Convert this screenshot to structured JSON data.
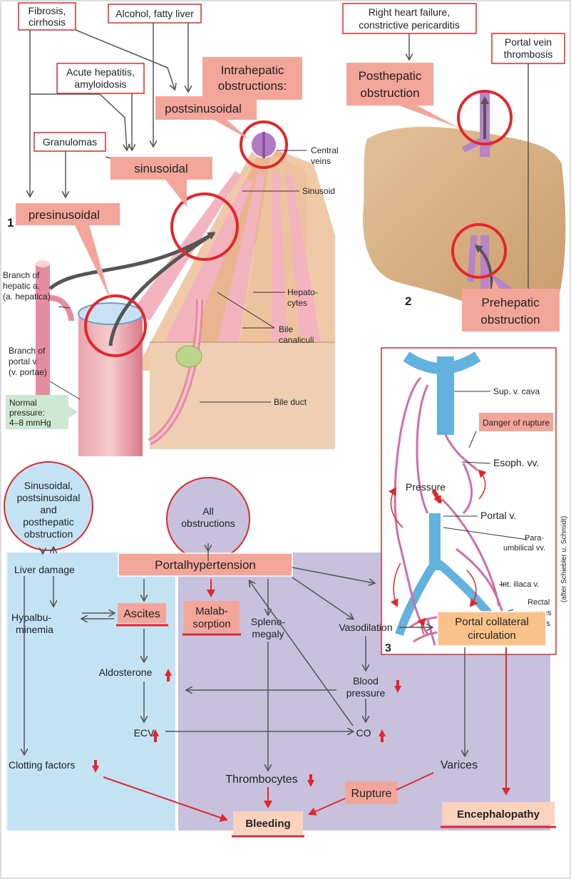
{
  "panel1": {
    "number": "1",
    "causes": {
      "fibrosis": [
        "Fibrosis,",
        "cirrhosis"
      ],
      "alcohol": "Alcohol, fatty liver",
      "acute": [
        "Acute hepatitis,",
        "amyloidosis"
      ],
      "granulomas": "Granulomas"
    },
    "intrahepatic": [
      "Intrahepatic",
      "obstructions:"
    ],
    "postsinusoidal": "postsinusoidal",
    "sinusoidal": "sinusoidal",
    "presinusoidal": "presinusoidal",
    "central_veins": [
      "Central",
      "veins"
    ],
    "sinusoid": "Sinusoid",
    "hepatic_branch": [
      "Branch of",
      "hepatic a.",
      "(a. hepatica)"
    ],
    "hepatocytes": [
      "Hepato-",
      "cytes"
    ],
    "bile_canaliculi": [
      "Bile",
      "canaliculi"
    ],
    "portal_branch": [
      "Branch of",
      "portal v.",
      "(v. portae)"
    ],
    "normal_pressure": [
      "Normal",
      "pressure:",
      "4–8 mmHg"
    ],
    "bile_duct": "Bile duct"
  },
  "panel2": {
    "number": "2",
    "right_heart": [
      "Right heart failure,",
      "constrictive pericarditis"
    ],
    "portal_thrombosis": [
      "Portal vein",
      "thrombosis"
    ],
    "posthepatic": [
      "Posthepatic",
      "obstruction"
    ],
    "prehepatic": [
      "Prehepatic",
      "obstruction"
    ]
  },
  "panel3": {
    "number": "3",
    "sup_cava": "Sup. v. cava",
    "danger": "Danger of rupture",
    "esoph": "Esoph. vv.",
    "pressure": "Pressure",
    "portal_v": "Portal v.",
    "paraumbilical": [
      "Para-",
      "umbilical vv."
    ],
    "int_iliaca": "Int. iliaca v.",
    "rectal": [
      "Rectal",
      "venous",
      "plexus"
    ],
    "credit": "(after Schiebler u. Schmidt)"
  },
  "flow": {
    "circle_sinus": [
      "Sinusoidal,",
      "postsinusoidal",
      "and",
      "posthepatic",
      "obstruction"
    ],
    "circle_all": [
      "All",
      "obstructions"
    ],
    "portal_hypertension": "Portalhypertension",
    "liver_damage": "Liver damage",
    "hypalbuminemia": [
      "Hypalbu-",
      "minemia"
    ],
    "ascites": "Ascites",
    "malabsorption": [
      "Malab-",
      "sorption"
    ],
    "splenomegaly": [
      "Spleno-",
      "megaly"
    ],
    "vasodilation": "Vasodilation",
    "portal_collateral": [
      "Portal collateral",
      "circulation"
    ],
    "aldosterone": "Aldosterone",
    "blood_pressure": [
      "Blood",
      "pressure"
    ],
    "ecv": "ECV",
    "co": "CO",
    "clotting": "Clotting factors",
    "thrombocytes": "Thrombocytes",
    "varices": "Varices",
    "rupture": "Rupture",
    "bleeding": "Bleeding",
    "encephalopathy": "Encephalopathy"
  },
  "colors": {
    "salmon": "#f4a59a",
    "red": "#e3262b",
    "blue_panel": "#c3e3f5",
    "purple_panel": "#c7c1de",
    "liver_brown": "#d9b48a",
    "green_note": "#cde8d2",
    "peach": "#fad2bd",
    "orange": "#f8c28a"
  }
}
